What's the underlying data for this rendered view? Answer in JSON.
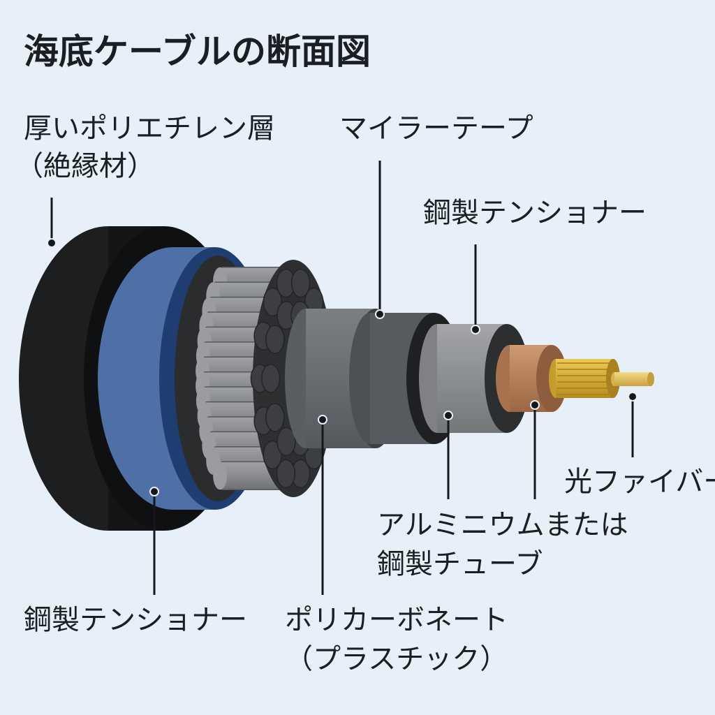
{
  "title": "海底ケーブルの断面図",
  "labels": {
    "outer_insulation": {
      "line1": "厚いポリエチレン層",
      "line2": "（絶縁材）"
    },
    "mylar_tape": "マイラーテープ",
    "steel_tensioner_top": "鋼製テンショナー",
    "steel_tensioner_bottom": "鋼製テンショナー",
    "polycarbonate": {
      "line1": "ポリカーボネート",
      "line2": "（プラスチック）"
    },
    "metal_tube": {
      "line1": "アルミニウムまたは",
      "line2": "鋼製チューブ"
    },
    "optical_fiber": "光ファイバー"
  },
  "colors": {
    "background": "#e7f0f8",
    "polyethylene": "#141516",
    "blue_layer": "#4f70a6",
    "strand": "#8b8d90",
    "polycarbonate": "#6c6f73",
    "mylar": "#575a5e",
    "tube": "#8e9094",
    "copper": "#b47d57",
    "gold": "#d2a936",
    "fiber": "#e8c766",
    "leader": "#15171a"
  }
}
